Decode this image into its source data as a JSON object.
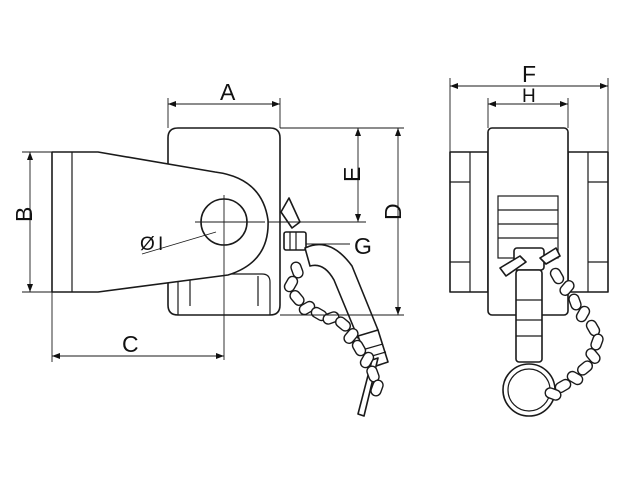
{
  "labels": {
    "A": "A",
    "B": "B",
    "C": "C",
    "D": "D",
    "E": "E",
    "F": "F",
    "G": "G",
    "H": "H",
    "I_symbol": "Ø",
    "I": "I"
  }
}
